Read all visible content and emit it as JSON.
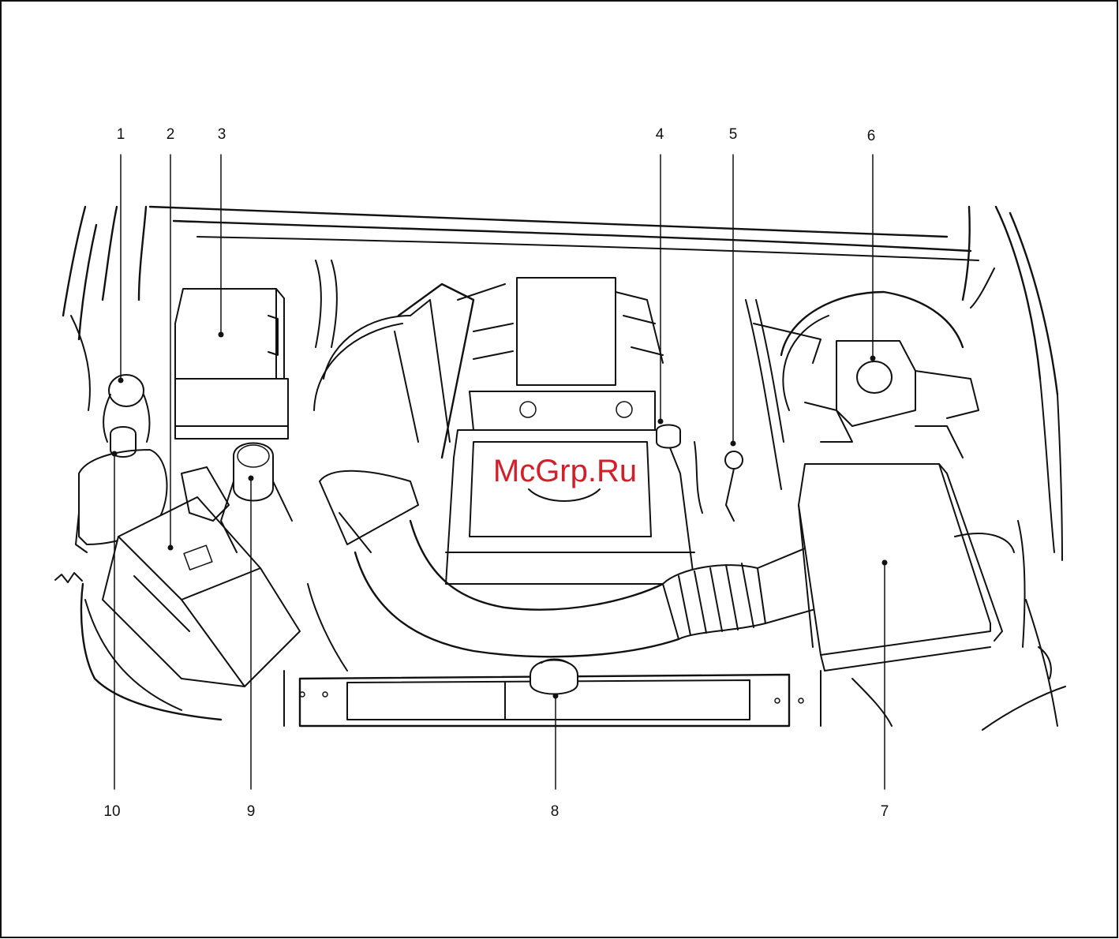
{
  "watermark": "McGrp.Ru",
  "callouts": [
    {
      "id": "1",
      "label": "1"
    },
    {
      "id": "2",
      "label": "2"
    },
    {
      "id": "3",
      "label": "3"
    },
    {
      "id": "4",
      "label": "4"
    },
    {
      "id": "5",
      "label": "5"
    },
    {
      "id": "6",
      "label": "6"
    },
    {
      "id": "7",
      "label": "7"
    },
    {
      "id": "8",
      "label": "8"
    },
    {
      "id": "9",
      "label": "9"
    },
    {
      "id": "10",
      "label": "10"
    }
  ],
  "colors": {
    "line": "#111111",
    "background": "#ffffff",
    "watermark": "#d21f2a"
  }
}
